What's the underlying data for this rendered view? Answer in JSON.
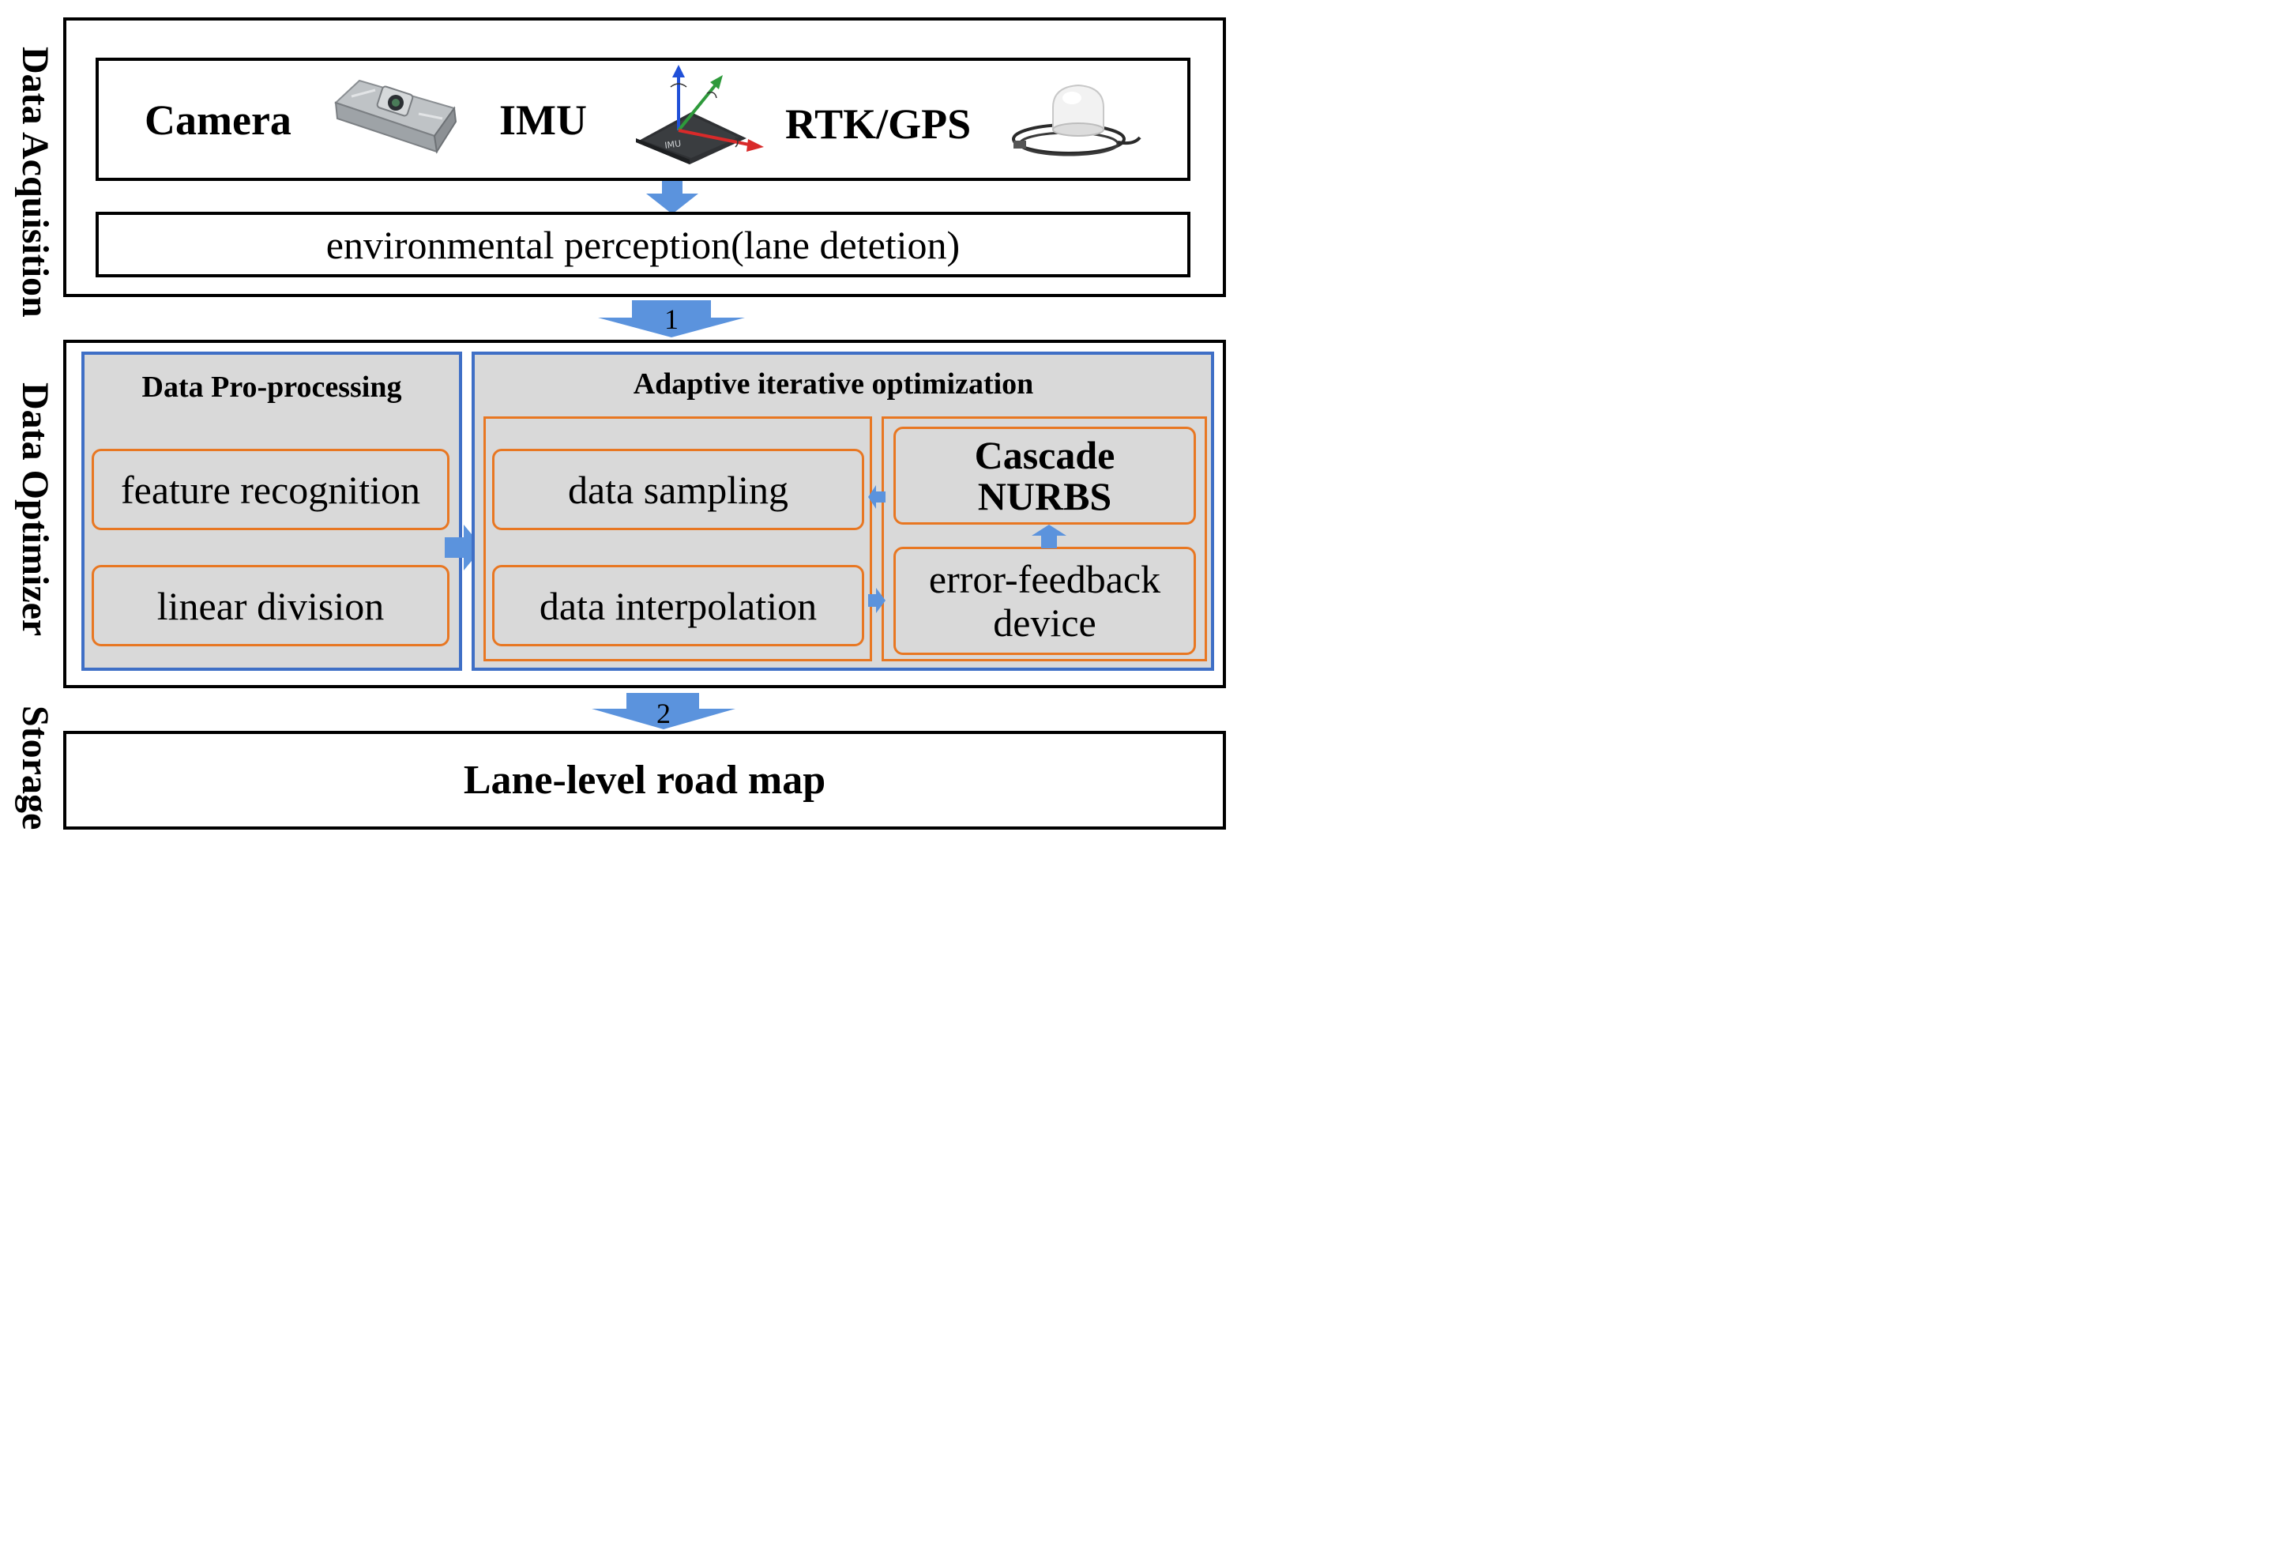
{
  "side_labels": {
    "acquisition": "Data Acquisition",
    "optimizer": "Data Optimizer",
    "storage": "Storage"
  },
  "sensors": {
    "camera": "Camera",
    "imu": "IMU",
    "rtk": "RTK/GPS",
    "imu_chip_text": "IMU"
  },
  "perception": "environmental perception(lane detetion)",
  "arrows": {
    "step1": "1",
    "step2": "2"
  },
  "preprocessing": {
    "title": "Data Pro-processing",
    "items": [
      "feature recognition",
      "linear division"
    ]
  },
  "adaptive": {
    "title": "Adaptive iterative optimization",
    "left_items": [
      "data sampling",
      "data interpolation"
    ],
    "nurbs_line1": "Cascade",
    "nurbs_line2": "NURBS",
    "feedback_line1": "error-feedback",
    "feedback_line2": "device"
  },
  "output": "Lane-level road map",
  "colors": {
    "frame": "#000000",
    "blue_border": "#3f6fc6",
    "orange_border": "#e87722",
    "panel_fill": "#d9d9d9",
    "arrow_fill": "#5b93dd"
  },
  "icons": [
    "camera-device-icon",
    "imu-axes-icon",
    "gps-antenna-icon"
  ]
}
